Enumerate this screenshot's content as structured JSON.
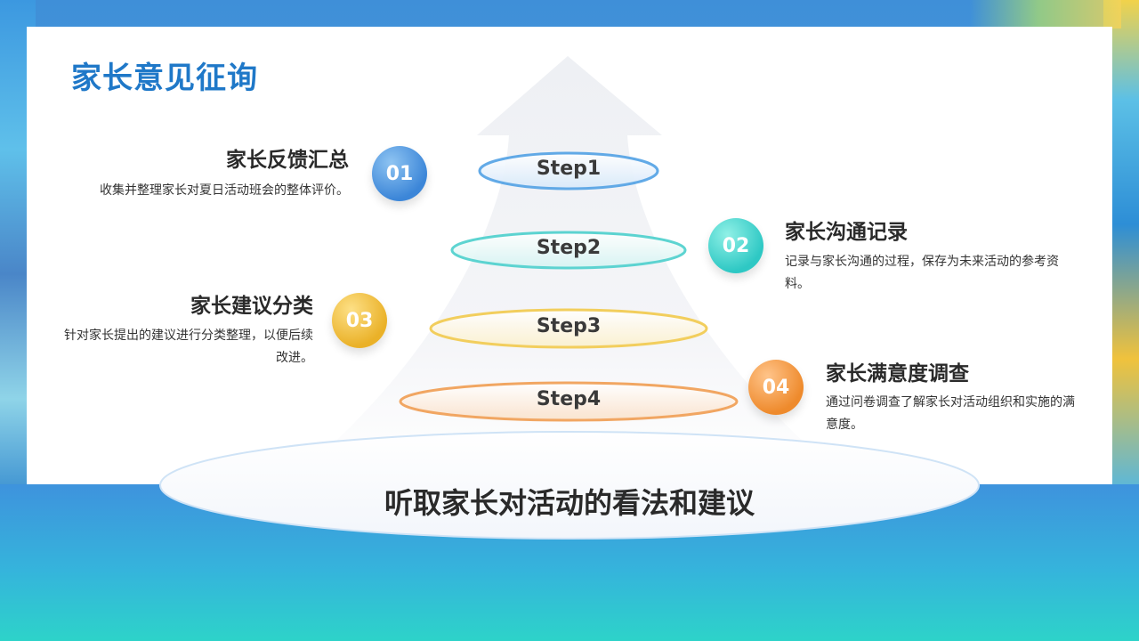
{
  "page": {
    "title": "家长意见征询"
  },
  "steps": [
    {
      "label": "Step1",
      "color": "#5aa6e6"
    },
    {
      "label": "Step2",
      "color": "#55d2cf"
    },
    {
      "label": "Step3",
      "color": "#f2cc55"
    },
    {
      "label": "Step4",
      "color": "#f1a25a"
    }
  ],
  "items": [
    {
      "number": "01",
      "title": "家长反馈汇总",
      "desc": "收集并整理家长对夏日活动班会的整体评价。"
    },
    {
      "number": "02",
      "title": "家长沟通记录",
      "desc": "记录与家长沟通的过程，保存为未来活动的参考资料。"
    },
    {
      "number": "03",
      "title": "家长建议分类",
      "desc": "针对家长提出的建议进行分类整理，以便后续改进。"
    },
    {
      "number": "04",
      "title": "家长满意度调查",
      "desc": "通过问卷调查了解家长对活动组织和实施的满意度。"
    }
  ],
  "base": {
    "text": "听取家长对活动的看法和建议"
  },
  "colors": {
    "title": "#1f78c8",
    "accent_blue": "#3c86d8",
    "accent_teal": "#2ec8c4",
    "accent_yellow": "#eab128",
    "accent_orange": "#ee8a2c"
  }
}
